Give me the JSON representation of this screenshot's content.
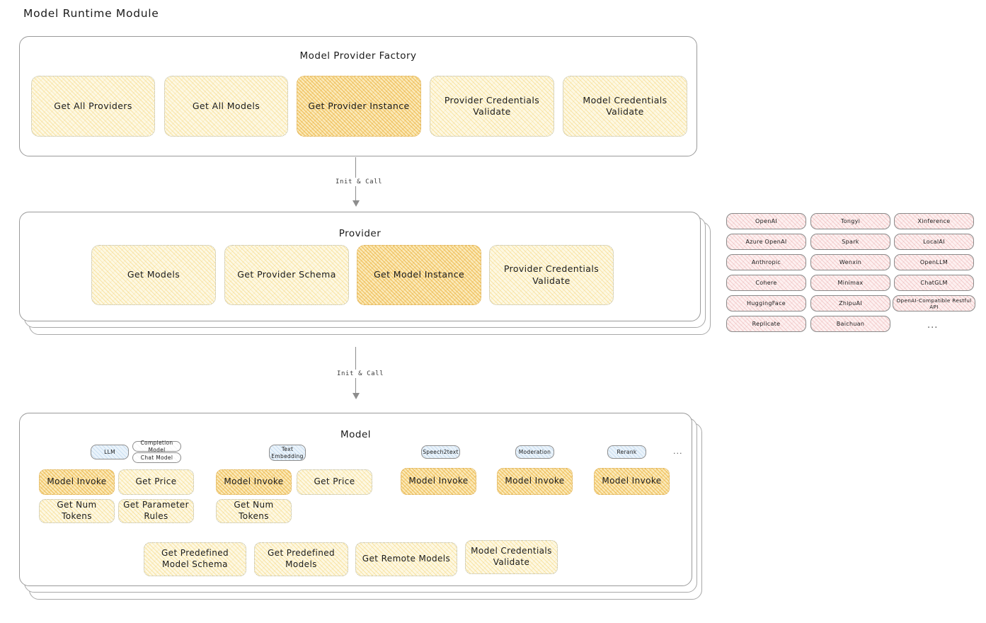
{
  "page": {
    "title": "Model Runtime Module",
    "background": "#ffffff",
    "accent_yellow": "#fdf8e3",
    "accent_amber": "#fbeaba",
    "accent_pink": "#fdf0f0",
    "accent_blue": "#eaf3fb"
  },
  "sections": {
    "factory": {
      "title": "Model Provider Factory",
      "boxes": [
        {
          "label": "Get All Providers",
          "highlighted": false
        },
        {
          "label": "Get All Models",
          "highlighted": false
        },
        {
          "label": "Get Provider Instance",
          "highlighted": true
        },
        {
          "label": "Provider Credentials Validate",
          "highlighted": false
        },
        {
          "label": "Model Credentials Validate",
          "highlighted": false
        }
      ]
    },
    "provider": {
      "title": "Provider",
      "stacked_layers": 3,
      "boxes": [
        {
          "label": "Get Models",
          "highlighted": false
        },
        {
          "label": "Get Provider Schema",
          "highlighted": false
        },
        {
          "label": "Get Model Instance",
          "highlighted": true
        },
        {
          "label": "Provider Credentials Validate",
          "highlighted": false
        }
      ]
    },
    "model": {
      "title": "Model",
      "stacked_layers": 3,
      "type_groups": [
        {
          "badge": "LLM",
          "badge_style": "blue",
          "sub_badges": [
            "Completion Model",
            "Chat Model"
          ],
          "methods": [
            {
              "label": "Model Invoke",
              "highlighted": true
            },
            {
              "label": "Get Price",
              "highlighted": false
            },
            {
              "label": "Get Num Tokens",
              "highlighted": false
            },
            {
              "label": "Get Parameter Rules",
              "highlighted": false
            }
          ]
        },
        {
          "badge": "Text Embedding",
          "badge_style": "blue",
          "sub_badges": [],
          "methods": [
            {
              "label": "Model Invoke",
              "highlighted": true
            },
            {
              "label": "Get Price",
              "highlighted": false
            },
            {
              "label": "Get Num Tokens",
              "highlighted": false
            }
          ]
        },
        {
          "badge": "Speech2text",
          "badge_style": "blue",
          "sub_badges": [],
          "methods": [
            {
              "label": "Model Invoke",
              "highlighted": true
            }
          ]
        },
        {
          "badge": "Moderation",
          "badge_style": "blue",
          "sub_badges": [],
          "methods": [
            {
              "label": "Model Invoke",
              "highlighted": true
            }
          ]
        },
        {
          "badge": "Rerank",
          "badge_style": "blue",
          "sub_badges": [],
          "methods": [
            {
              "label": "Model Invoke",
              "highlighted": true
            }
          ]
        }
      ],
      "more_indicator": "...",
      "shared_methods": [
        {
          "label": "Get Predefined Model Schema"
        },
        {
          "label": "Get Predefined Models"
        },
        {
          "label": "Get Remote Models"
        },
        {
          "label": "Model Credentials Validate"
        }
      ]
    }
  },
  "arrows": [
    {
      "label": "Init & Call"
    },
    {
      "label": "Init & Call"
    }
  ],
  "provider_list": {
    "more_indicator": "...",
    "columns": [
      {
        "items": [
          "OpenAI",
          "Azure OpenAI",
          "Anthropic",
          "Cohere",
          "HuggingFace",
          "Replicate"
        ]
      },
      {
        "items": [
          "Tongyi",
          "Spark",
          "Wenxin",
          "Minimax",
          "ZhipuAI",
          "Baichuan"
        ]
      },
      {
        "items": [
          "Xinference",
          "LocalAI",
          "OpenLLM",
          "ChatGLM",
          "OpenAI-Compatible Restful API"
        ]
      }
    ]
  }
}
